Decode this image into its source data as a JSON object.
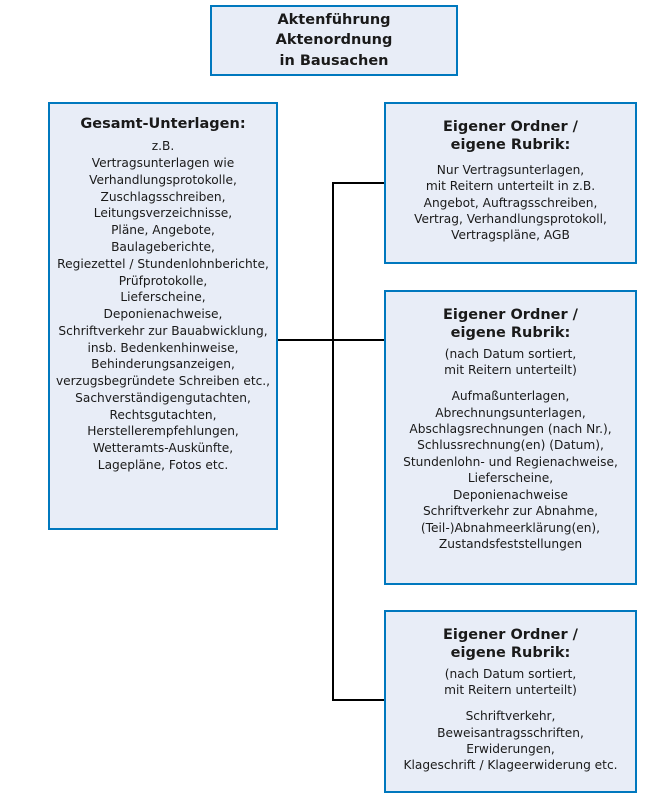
{
  "colors": {
    "box_fill": "#e8edf7",
    "box_border": "#0078be",
    "connector": "#000000",
    "text": "#1a1a1a",
    "page_background": "#ffffff"
  },
  "title_box": {
    "text": "Aktenführung\nAktenordnung\nin Bausachen"
  },
  "left_box": {
    "title": "Gesamt-Unterlagen:",
    "body": "z.B.\nVertragsunterlagen wie\nVerhandlungsprotokolle,\nZuschlagsschreiben,\nLeitungsverzeichnisse,\nPläne, Angebote,\nBaulageberichte,\nRegiezettel / Stundenlohnberichte,\nPrüfprotokolle,\nLieferscheine,\nDeponienachweise,\nSchriftverkehr zur Bauabwicklung,\ninsb. Bedenkenhinweise,\nBehinderungsanzeigen,\nverzugsbegründete Schreiben etc.,\nSachverständigengutachten,\nRechtsgutachten,\nHerstellerempfehlungen,\nWetteramts-Auskünfte,\nLagepläne, Fotos etc."
  },
  "right_boxes": [
    {
      "title": "Eigener Ordner /\neigene Rubrik:",
      "subtitle": "",
      "body": "Nur Vertragsunterlagen,\nmit Reitern unterteilt in z.B.\nAngebot, Auftragsschreiben,\nVertrag, Verhandlungsprotokoll,\nVertragspläne, AGB"
    },
    {
      "title": "Eigener Ordner /\neigene Rubrik:",
      "subtitle": "(nach Datum sortiert,\nmit Reitern unterteilt)",
      "body": "Aufmaßunterlagen,\nAbrechnungsunterlagen,\nAbschlagsrechnungen (nach Nr.),\nSchlussrechnung(en) (Datum),\nStundenlohn- und Regienachweise,\nLieferscheine,\nDeponienachweise\nSchriftverkehr zur Abnahme,\n(Teil-)Abnahmeerklärung(en),\nZustandsfeststellungen"
    },
    {
      "title": "Eigener Ordner /\neigene Rubrik:",
      "subtitle": "(nach Datum sortiert,\nmit Reitern unterteilt)",
      "body": "Schriftverkehr,\nBeweisantragsschriften,\nErwiderungen,\nKlageschrift / Klageerwiderung etc."
    }
  ]
}
